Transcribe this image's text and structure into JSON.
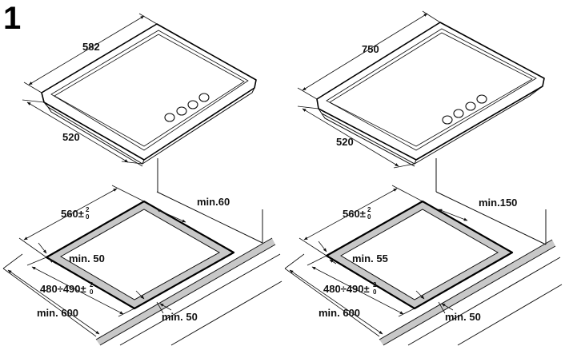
{
  "figure": {
    "number": "1"
  },
  "left_hob": {
    "width_label": "582",
    "depth_label": "520",
    "cutout_width": {
      "base": "560",
      "tol_upper": "2",
      "tol_lower": "0",
      "prefix": "±"
    },
    "cutout_depth": {
      "base": "480÷490",
      "tol_upper": "2",
      "tol_lower": "0",
      "prefix": "±"
    },
    "rear_clearance": "min.60",
    "front_clearance": "min. 50",
    "side_clearance": "min. 50",
    "worktop_depth": "min. 600",
    "knob_count": 4
  },
  "right_hob": {
    "width_label": "750",
    "depth_label": "520",
    "cutout_width": {
      "base": "560",
      "tol_upper": "2",
      "tol_lower": "0",
      "prefix": "±"
    },
    "cutout_depth": {
      "base": "480÷490",
      "tol_upper": "2",
      "tol_lower": "0",
      "prefix": "±"
    },
    "rear_clearance": "min.150",
    "front_clearance": "min. 55",
    "side_clearance": "min. 50",
    "worktop_depth": "min. 600",
    "knob_count": 4
  }
}
